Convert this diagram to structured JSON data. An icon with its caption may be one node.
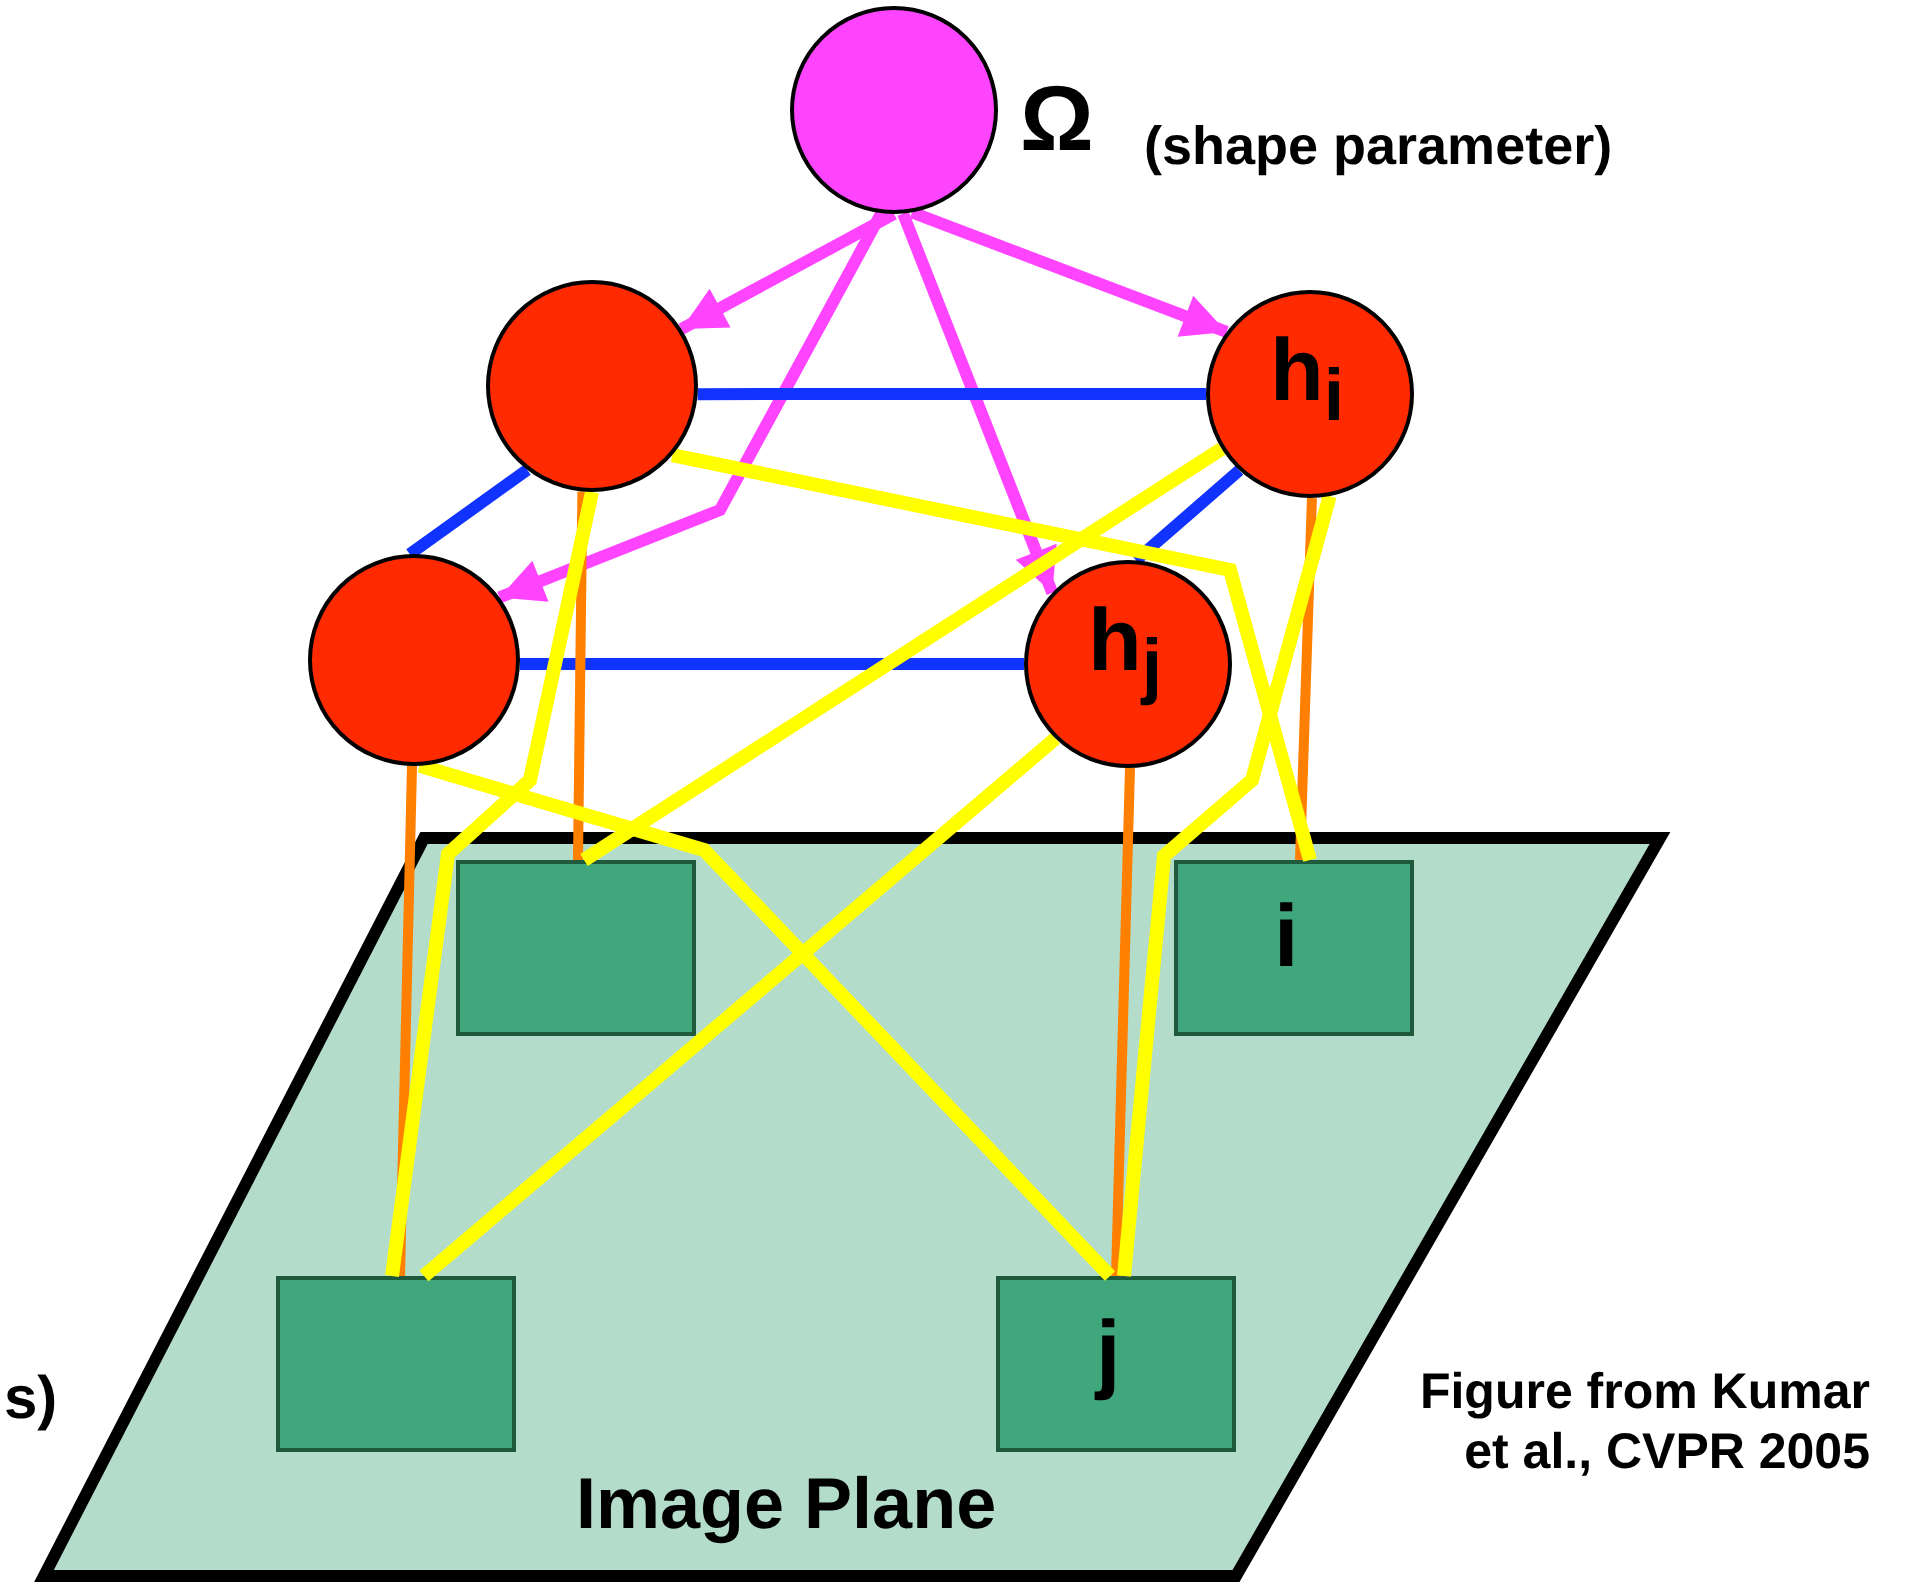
{
  "diagram": {
    "nodes": [
      {
        "text": [],
        "shape": "circle",
        "beside": [
          "Ω",
          "(shape parameter)"
        ]
      },
      {
        "text": [],
        "shape": "circle"
      },
      {
        "text": [
          "h$_{i}$"
        ]
      },
      {
        "text": [],
        "shape": "circle"
      },
      {
        "text": [
          "h$_{j}$"
        ]
      },
      {
        "text": [
          "Image Plane"
        ]
      },
      {
        "text": [],
        "shape": "box",
        "in": 5
      },
      {
        "text": [
          "i"
        ],
        "in": 5
      },
      {
        "text": [],
        "shape": "box",
        "in": 5
      },
      {
        "text": [
          "j"
        ],
        "in": 5
      }
    ],
    "edges": [
      {
        "from": 0,
        "to": 1,
        "arrow": "to",
        "color": "#ff44ff"
      },
      {
        "from": 0,
        "to": 3,
        "arrow": "to",
        "color": "#ff44ff"
      },
      {
        "from": 0,
        "to": 4,
        "arrow": "to",
        "color": "#ff44ff"
      },
      {
        "from": 0,
        "to": 2,
        "arrow": "to",
        "color": "#ff44ff"
      },
      {
        "from": 1,
        "to": 2,
        "arrow": "none",
        "color": "#1133ff"
      },
      {
        "from": 1,
        "to": 3,
        "arrow": "none",
        "color": "#1133ff"
      },
      {
        "from": 2,
        "to": 4,
        "arrow": "none",
        "color": "#1133ff"
      },
      {
        "from": 3,
        "to": 4,
        "arrow": "none",
        "color": "#1133ff"
      },
      {
        "from": 1,
        "to": 6,
        "arrow": "none",
        "color": "#ff7f00"
      },
      {
        "from": 2,
        "to": 7,
        "arrow": "none",
        "color": "#ff7f00"
      },
      {
        "from": 3,
        "to": 8,
        "arrow": "none",
        "color": "#ff7f00"
      },
      {
        "from": 4,
        "to": 9,
        "arrow": "none",
        "color": "#ff7f00"
      },
      {
        "from": 1,
        "to": 7,
        "arrow": "none"
      },
      {
        "from": 3,
        "to": 9,
        "arrow": "none"
      },
      {
        "from": 1,
        "to": 8,
        "arrow": "none"
      },
      {
        "from": 2,
        "to": 6,
        "arrow": "none"
      },
      {
        "from": 4,
        "to": 8,
        "arrow": "none"
      },
      {
        "from": 2,
        "to": 9,
        "arrow": "none"
      }
    ],
    "labels": [
      "s)",
      "Figure from Kumar et al., CVPR 2005"
    ]
  }
}
